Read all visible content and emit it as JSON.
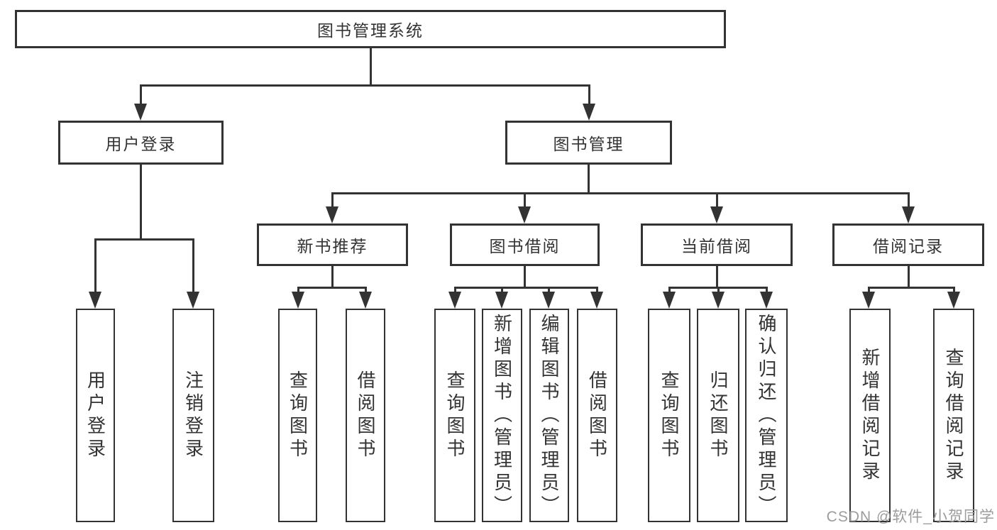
{
  "tree": {
    "label": "图书管理系统",
    "children": [
      {
        "label": "用户登录",
        "children": [
          {
            "label": "用户登录"
          },
          {
            "label": "注销登录"
          }
        ]
      },
      {
        "label": "图书管理",
        "children": [
          {
            "label": "新书推荐",
            "children": [
              {
                "label": "查询图书"
              },
              {
                "label": "借阅图书"
              }
            ]
          },
          {
            "label": "图书借阅",
            "children": [
              {
                "label": "查询图书"
              },
              {
                "label": "新增图书（管理员）"
              },
              {
                "label": "编辑图书（管理员）"
              },
              {
                "label": "借阅图书"
              }
            ]
          },
          {
            "label": "当前借阅",
            "children": [
              {
                "label": "查询图书"
              },
              {
                "label": "归还图书"
              },
              {
                "label": "确认归还（管理员）"
              }
            ]
          },
          {
            "label": "借阅记录",
            "children": [
              {
                "label": "新增借阅记录"
              },
              {
                "label": "查询借阅记录"
              }
            ]
          }
        ]
      }
    ]
  },
  "watermark": {
    "text": "CSDN @软件_小贺同学"
  },
  "colors": {
    "line": "#333333",
    "text": "#333333",
    "watermark": "#9c9c9c",
    "background": "#ffffff"
  }
}
